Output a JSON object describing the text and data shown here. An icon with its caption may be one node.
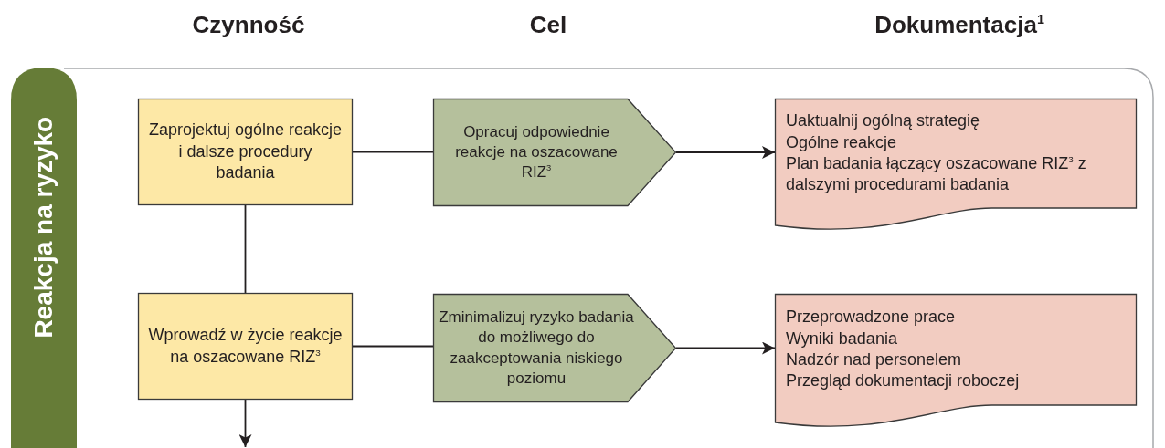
{
  "diagram": {
    "nodes": [
      {
        "text": [
          "Reakcja na ryzyko"
        ]
      },
      {
        "text": [
          "Zaprojektuj ogólne reakcje i dalsze procedury badania"
        ]
      },
      {
        "text": [
          "Opracuj odpowiednie reakcje na oszacowane RIZ$^{3}$"
        ]
      },
      {
        "text": [
          "Uaktualnij ogólną strategię",
          "Ogólne reakcje",
          "Plan badania łączący oszacowane RIZ$^{3}$ z dalszymi procedurami badania"
        ]
      },
      {
        "text": [
          "Wprowadź w życie reakcje na oszacowane RIZ$^{3}$"
        ]
      },
      {
        "text": [
          "Zminimalizuj ryzyko badania do możliwego do zaakceptowania niskiego poziomu"
        ]
      },
      {
        "text": [
          "Przeprowadzone prace",
          "Wyniki badania",
          "Nadzór nad personelem",
          "Przegląd dokumentacji roboczej"
        ]
      }
    ],
    "edges": [
      {
        "from": 1,
        "to": 2,
        "arrow": "none"
      },
      {
        "from": 2,
        "to": 3,
        "arrow": "to"
      },
      {
        "from": 1,
        "to": 4,
        "arrow": "none"
      },
      {
        "from": 4,
        "to": 5,
        "arrow": "none"
      },
      {
        "from": 5,
        "to": 6,
        "arrow": "to"
      },
      {
        "from": 4,
        "to": null,
        "arrow": "to"
      }
    ],
    "labels": [
      "Czynność",
      "Cel",
      "Dokumentacja$^{1}$"
    ]
  }
}
